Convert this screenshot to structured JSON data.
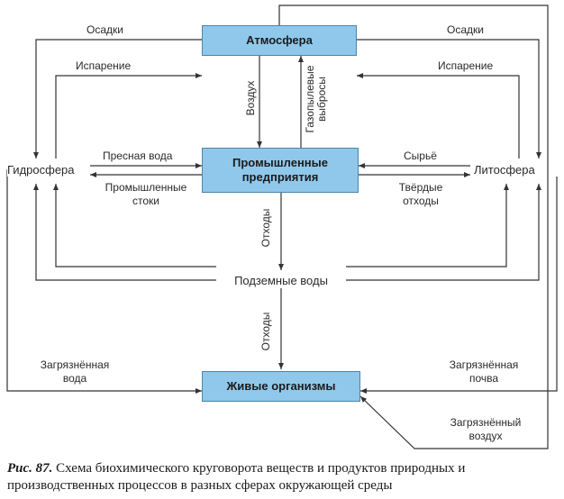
{
  "nodes": {
    "atmosphere": "Атмосфера",
    "industry": "Промышленные предприятия",
    "organisms": "Живые организмы",
    "hydrosphere": "Гидросфера",
    "lithosphere": "Литосфера",
    "groundwater": "Подземные воды"
  },
  "edges": {
    "precip_left": "Осадки",
    "precip_right": "Осадки",
    "evap_left": "Испарение",
    "evap_right": "Испарение",
    "air": "Воздух",
    "gas_line1": "Газопылевые",
    "gas_line2": "выбросы",
    "fresh_water": "Пресная вода",
    "ind_runoff_line1": "Промышленные",
    "ind_runoff_line2": "стоки",
    "raw": "Сырьё",
    "solid_line1": "Твёрдые",
    "solid_line2": "отходы",
    "waste_upper": "Отходы",
    "waste_lower": "Отходы",
    "polluted_water_line1": "Загрязнённая",
    "polluted_water_line2": "вода",
    "polluted_soil_line1": "Загрязнённая",
    "polluted_soil_line2": "почва",
    "polluted_air_line1": "Загрязнённый",
    "polluted_air_line2": "воздух"
  },
  "caption": {
    "figure": "Рис. 87.",
    "text": "Схема биохимического круговорота веществ и продуктов природных и производственных процессов в разных сферах окружающей среды"
  },
  "colors": {
    "box_fill": "#8fc8ea",
    "box_border": "#4c84ad",
    "line": "#333333"
  }
}
